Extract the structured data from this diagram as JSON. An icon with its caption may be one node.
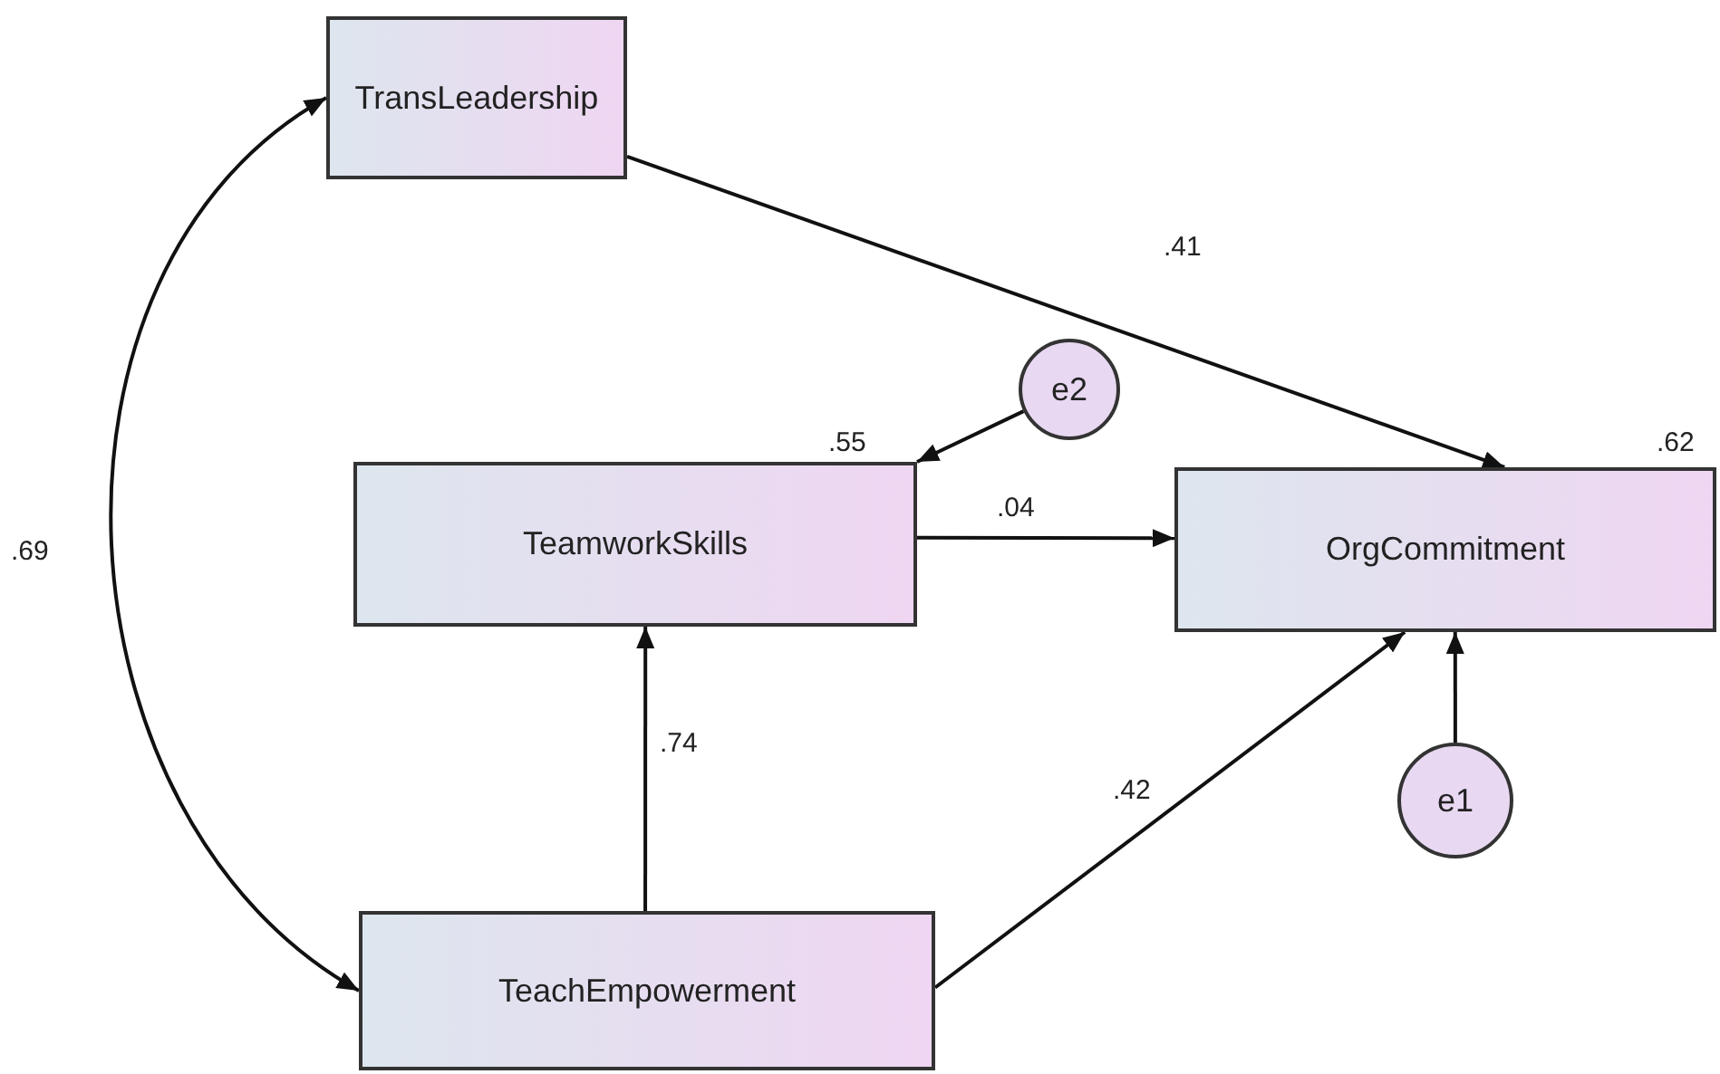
{
  "diagram": {
    "nodes": [
      {
        "text": [
          "TransLeadership"
        ]
      },
      {
        "text": [
          "e2"
        ]
      },
      {
        "text": [
          "TeamworkSkills"
        ],
        "beside": [
          ".55"
        ]
      },
      {
        "text": [
          "OrgCommitment"
        ],
        "beside": [
          ".62"
        ]
      },
      {
        "text": [
          "e1"
        ]
      },
      {
        "text": [
          "TeachEmpowerment"
        ]
      }
    ],
    "edges": [
      {
        "from": 0,
        "to": 3,
        "arrow": "to",
        "label": ".41"
      },
      {
        "from": 1,
        "to": 2,
        "arrow": "to"
      },
      {
        "from": 2,
        "to": 3,
        "arrow": "to",
        "label": ".04"
      },
      {
        "from": 5,
        "to": 2,
        "arrow": "to",
        "label": ".74"
      },
      {
        "from": 5,
        "to": 3,
        "arrow": "to",
        "label": ".42"
      },
      {
        "from": 4,
        "to": 3,
        "arrow": "to"
      },
      {
        "from": 0,
        "to": 5,
        "arrow": "both",
        "label": ".69"
      }
    ]
  }
}
